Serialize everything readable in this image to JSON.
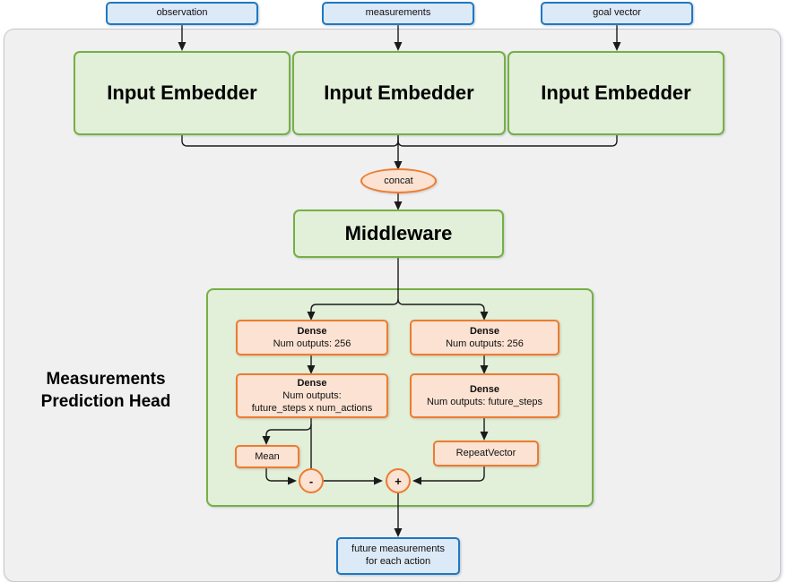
{
  "diagram": {
    "title_label": "Measurements\nPrediction Head",
    "head_label_line1": "Measurements",
    "head_label_line2": "Prediction Head",
    "colors": {
      "io_fill": "#dce9f7",
      "io_border": "#1f78c1",
      "module_fill": "#e2efd9",
      "module_border": "#76b043",
      "op_fill": "#fbe2d2",
      "op_border": "#ec7c30",
      "canvas_fill": "#f0f0f0",
      "canvas_border": "#c8c8c8",
      "edge": "#1a1a1a"
    }
  },
  "inputs": [
    {
      "label": "observation"
    },
    {
      "label": "measurements"
    },
    {
      "label": "goal vector"
    }
  ],
  "embedders": [
    {
      "label": "Input Embedder"
    },
    {
      "label": "Input Embedder"
    },
    {
      "label": "Input Embedder"
    }
  ],
  "concat": {
    "label": "concat"
  },
  "middleware": {
    "label": "Middleware"
  },
  "head": {
    "dense_left_1": {
      "title": "Dense",
      "detail": "Num outputs: 256"
    },
    "dense_left_2": {
      "title": "Dense",
      "detail_line1": "Num outputs:",
      "detail_line2": "future_steps x num_actions"
    },
    "dense_right_1": {
      "title": "Dense",
      "detail": "Num outputs: 256"
    },
    "dense_right_2": {
      "title": "Dense",
      "detail": "Num outputs: future_steps"
    },
    "mean": {
      "label": "Mean"
    },
    "repeat_vector": {
      "label": "RepeatVector"
    },
    "subtract_op": {
      "label": "-"
    },
    "add_op": {
      "label": "+"
    }
  },
  "output": {
    "line1": "future measurements",
    "line2": "for each action"
  }
}
